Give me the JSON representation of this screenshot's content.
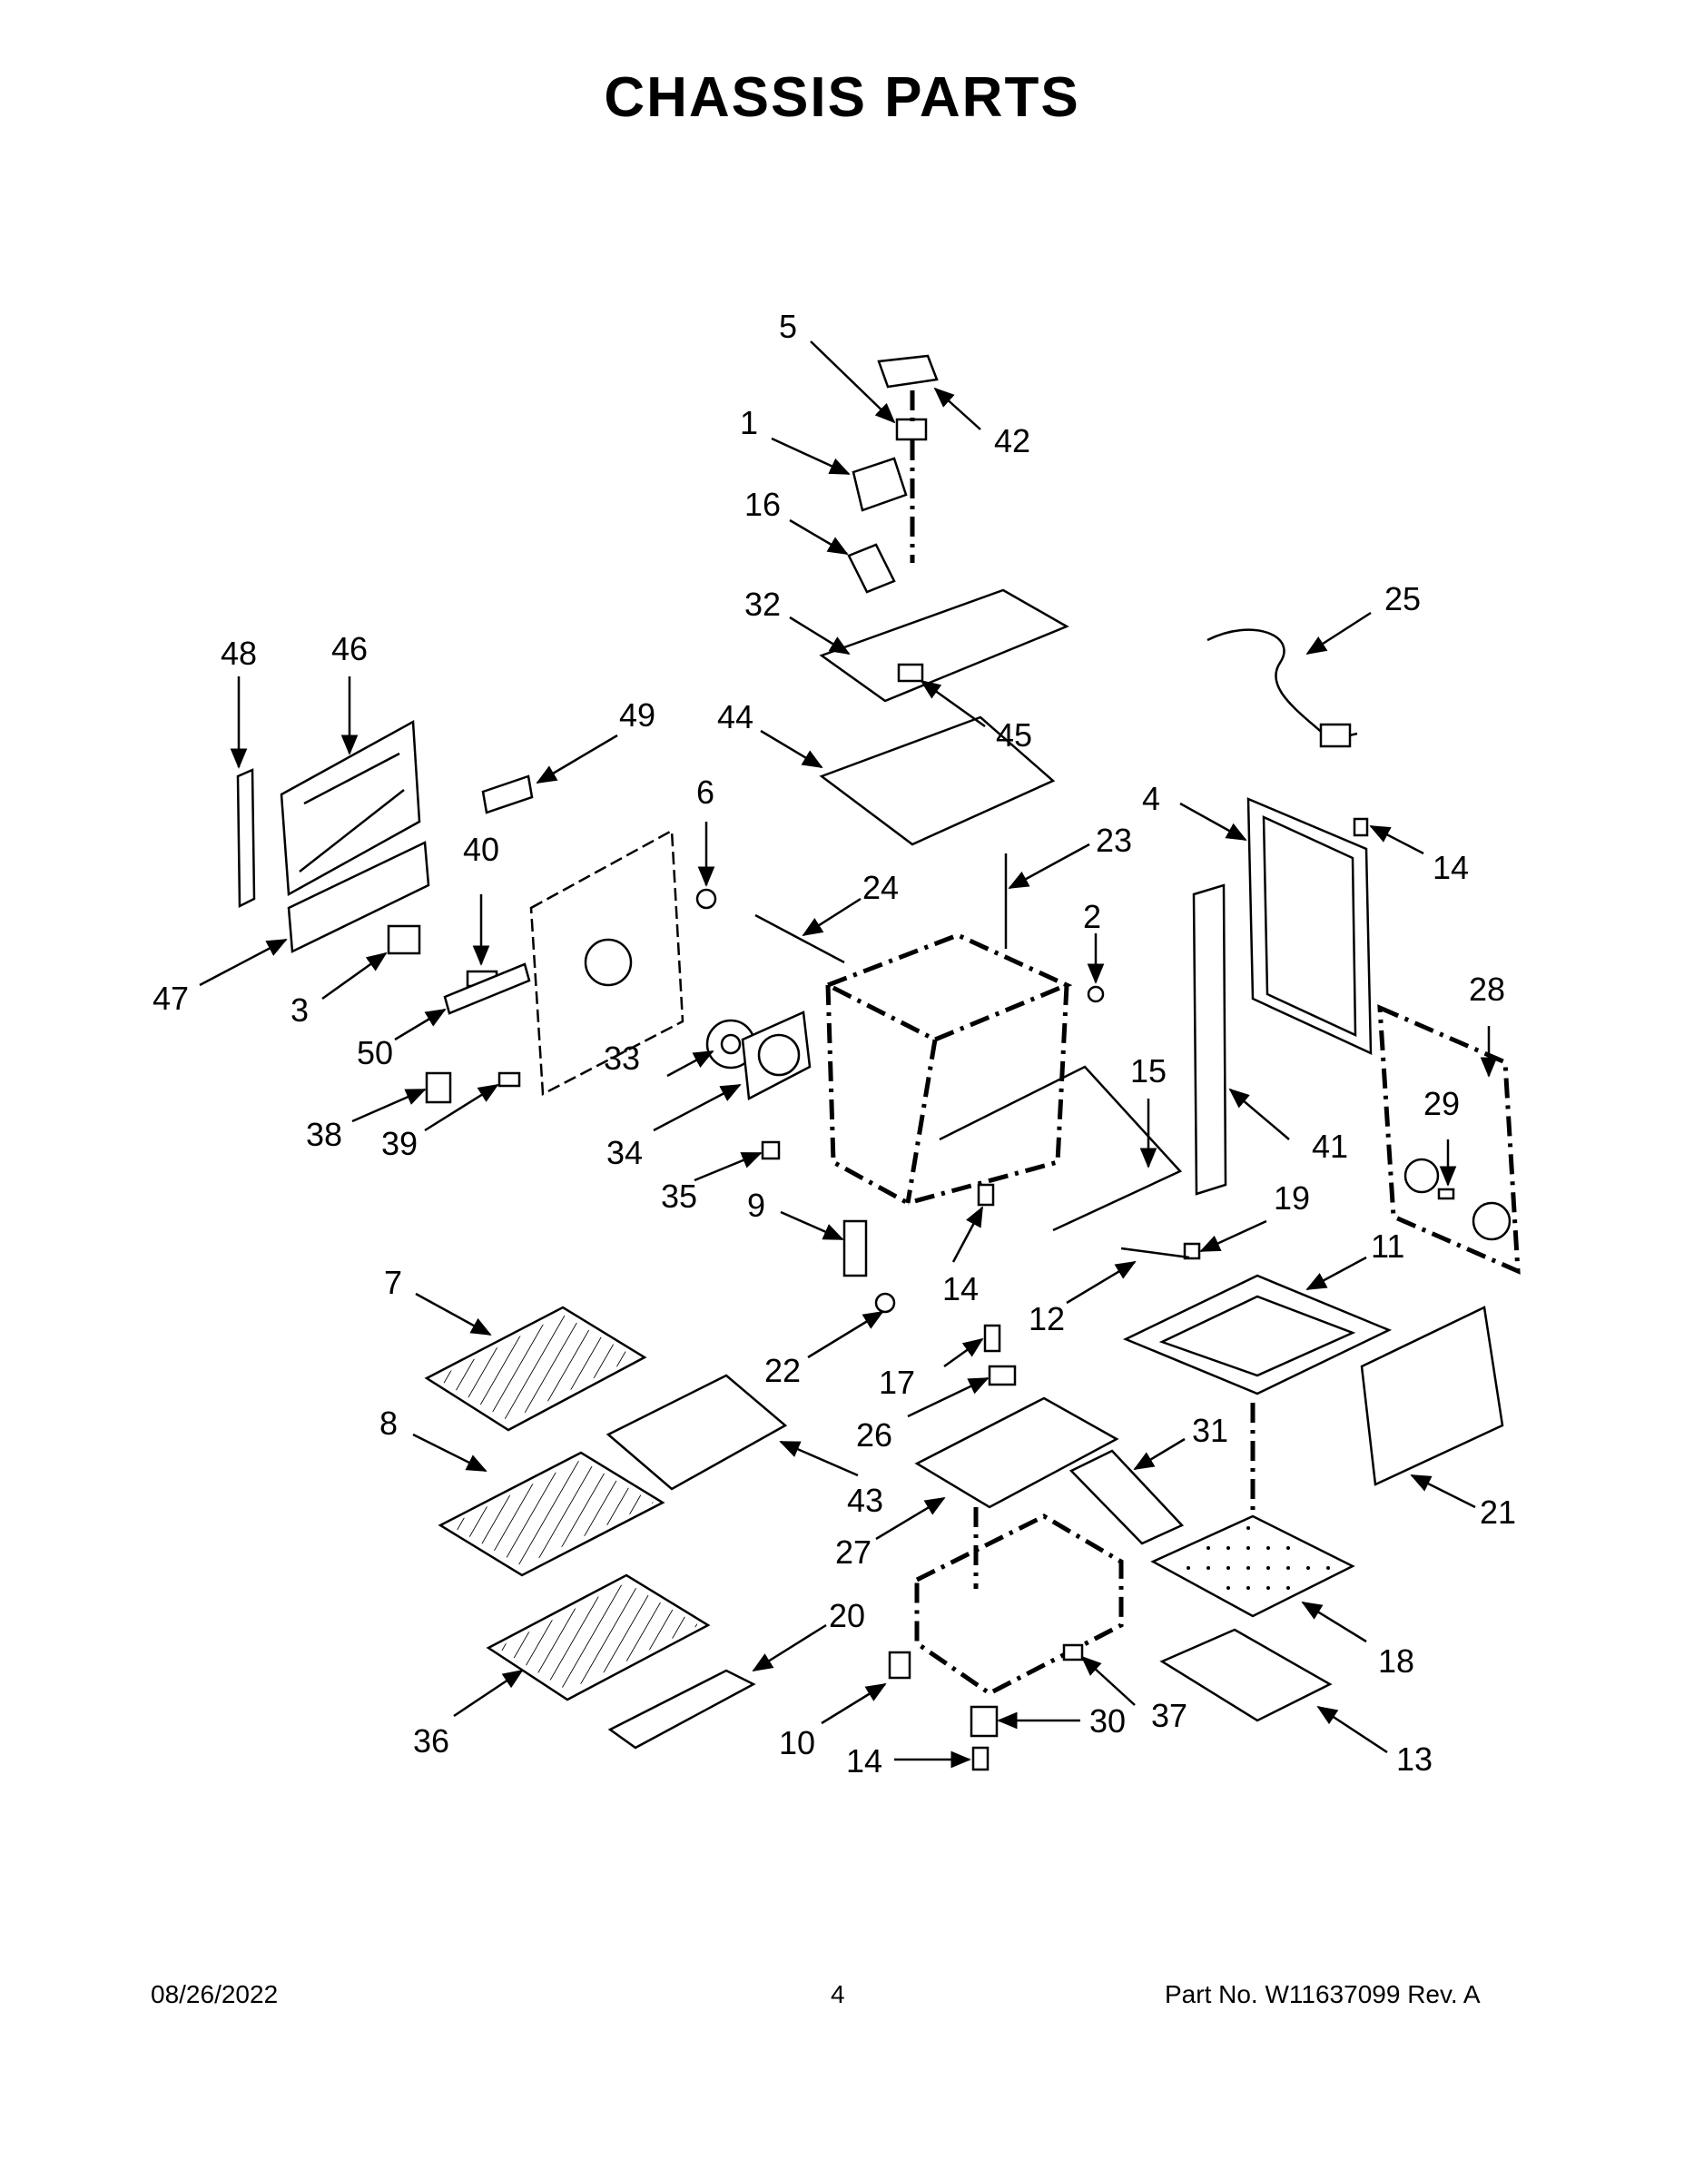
{
  "title": "CHASSIS PARTS",
  "footer": {
    "date": "08/26/2022",
    "page": "4",
    "part_number": "Part No.  W11637099  Rev.  A"
  },
  "callouts": [
    {
      "id": "c1",
      "text": "1"
    },
    {
      "id": "c2",
      "text": "2"
    },
    {
      "id": "c3",
      "text": "3"
    },
    {
      "id": "c4",
      "text": "4"
    },
    {
      "id": "c5",
      "text": "5"
    },
    {
      "id": "c6",
      "text": "6"
    },
    {
      "id": "c7",
      "text": "7"
    },
    {
      "id": "c8",
      "text": "8"
    },
    {
      "id": "c9",
      "text": "9"
    },
    {
      "id": "c10",
      "text": "10"
    },
    {
      "id": "c11",
      "text": "11"
    },
    {
      "id": "c12",
      "text": "12"
    },
    {
      "id": "c13",
      "text": "13"
    },
    {
      "id": "c14a",
      "text": "14"
    },
    {
      "id": "c14b",
      "text": "14"
    },
    {
      "id": "c14c",
      "text": "14"
    },
    {
      "id": "c15",
      "text": "15"
    },
    {
      "id": "c16",
      "text": "16"
    },
    {
      "id": "c17",
      "text": "17"
    },
    {
      "id": "c18",
      "text": "18"
    },
    {
      "id": "c19",
      "text": "19"
    },
    {
      "id": "c20",
      "text": "20"
    },
    {
      "id": "c21",
      "text": "21"
    },
    {
      "id": "c22",
      "text": "22"
    },
    {
      "id": "c23",
      "text": "23"
    },
    {
      "id": "c24",
      "text": "24"
    },
    {
      "id": "c25",
      "text": "25"
    },
    {
      "id": "c26",
      "text": "26"
    },
    {
      "id": "c27",
      "text": "27"
    },
    {
      "id": "c28",
      "text": "28"
    },
    {
      "id": "c29",
      "text": "29"
    },
    {
      "id": "c30",
      "text": "30"
    },
    {
      "id": "c31",
      "text": "31"
    },
    {
      "id": "c32",
      "text": "32"
    },
    {
      "id": "c33",
      "text": "33"
    },
    {
      "id": "c34",
      "text": "34"
    },
    {
      "id": "c35",
      "text": "35"
    },
    {
      "id": "c36",
      "text": "36"
    },
    {
      "id": "c37",
      "text": "37"
    },
    {
      "id": "c38",
      "text": "38"
    },
    {
      "id": "c39",
      "text": "39"
    },
    {
      "id": "c40",
      "text": "40"
    },
    {
      "id": "c41",
      "text": "41"
    },
    {
      "id": "c42",
      "text": "42"
    },
    {
      "id": "c43",
      "text": "43"
    },
    {
      "id": "c44",
      "text": "44"
    },
    {
      "id": "c45",
      "text": "45"
    },
    {
      "id": "c46",
      "text": "46"
    },
    {
      "id": "c47",
      "text": "47"
    },
    {
      "id": "c48",
      "text": "48"
    },
    {
      "id": "c49",
      "text": "49"
    },
    {
      "id": "c50",
      "text": "50"
    }
  ]
}
